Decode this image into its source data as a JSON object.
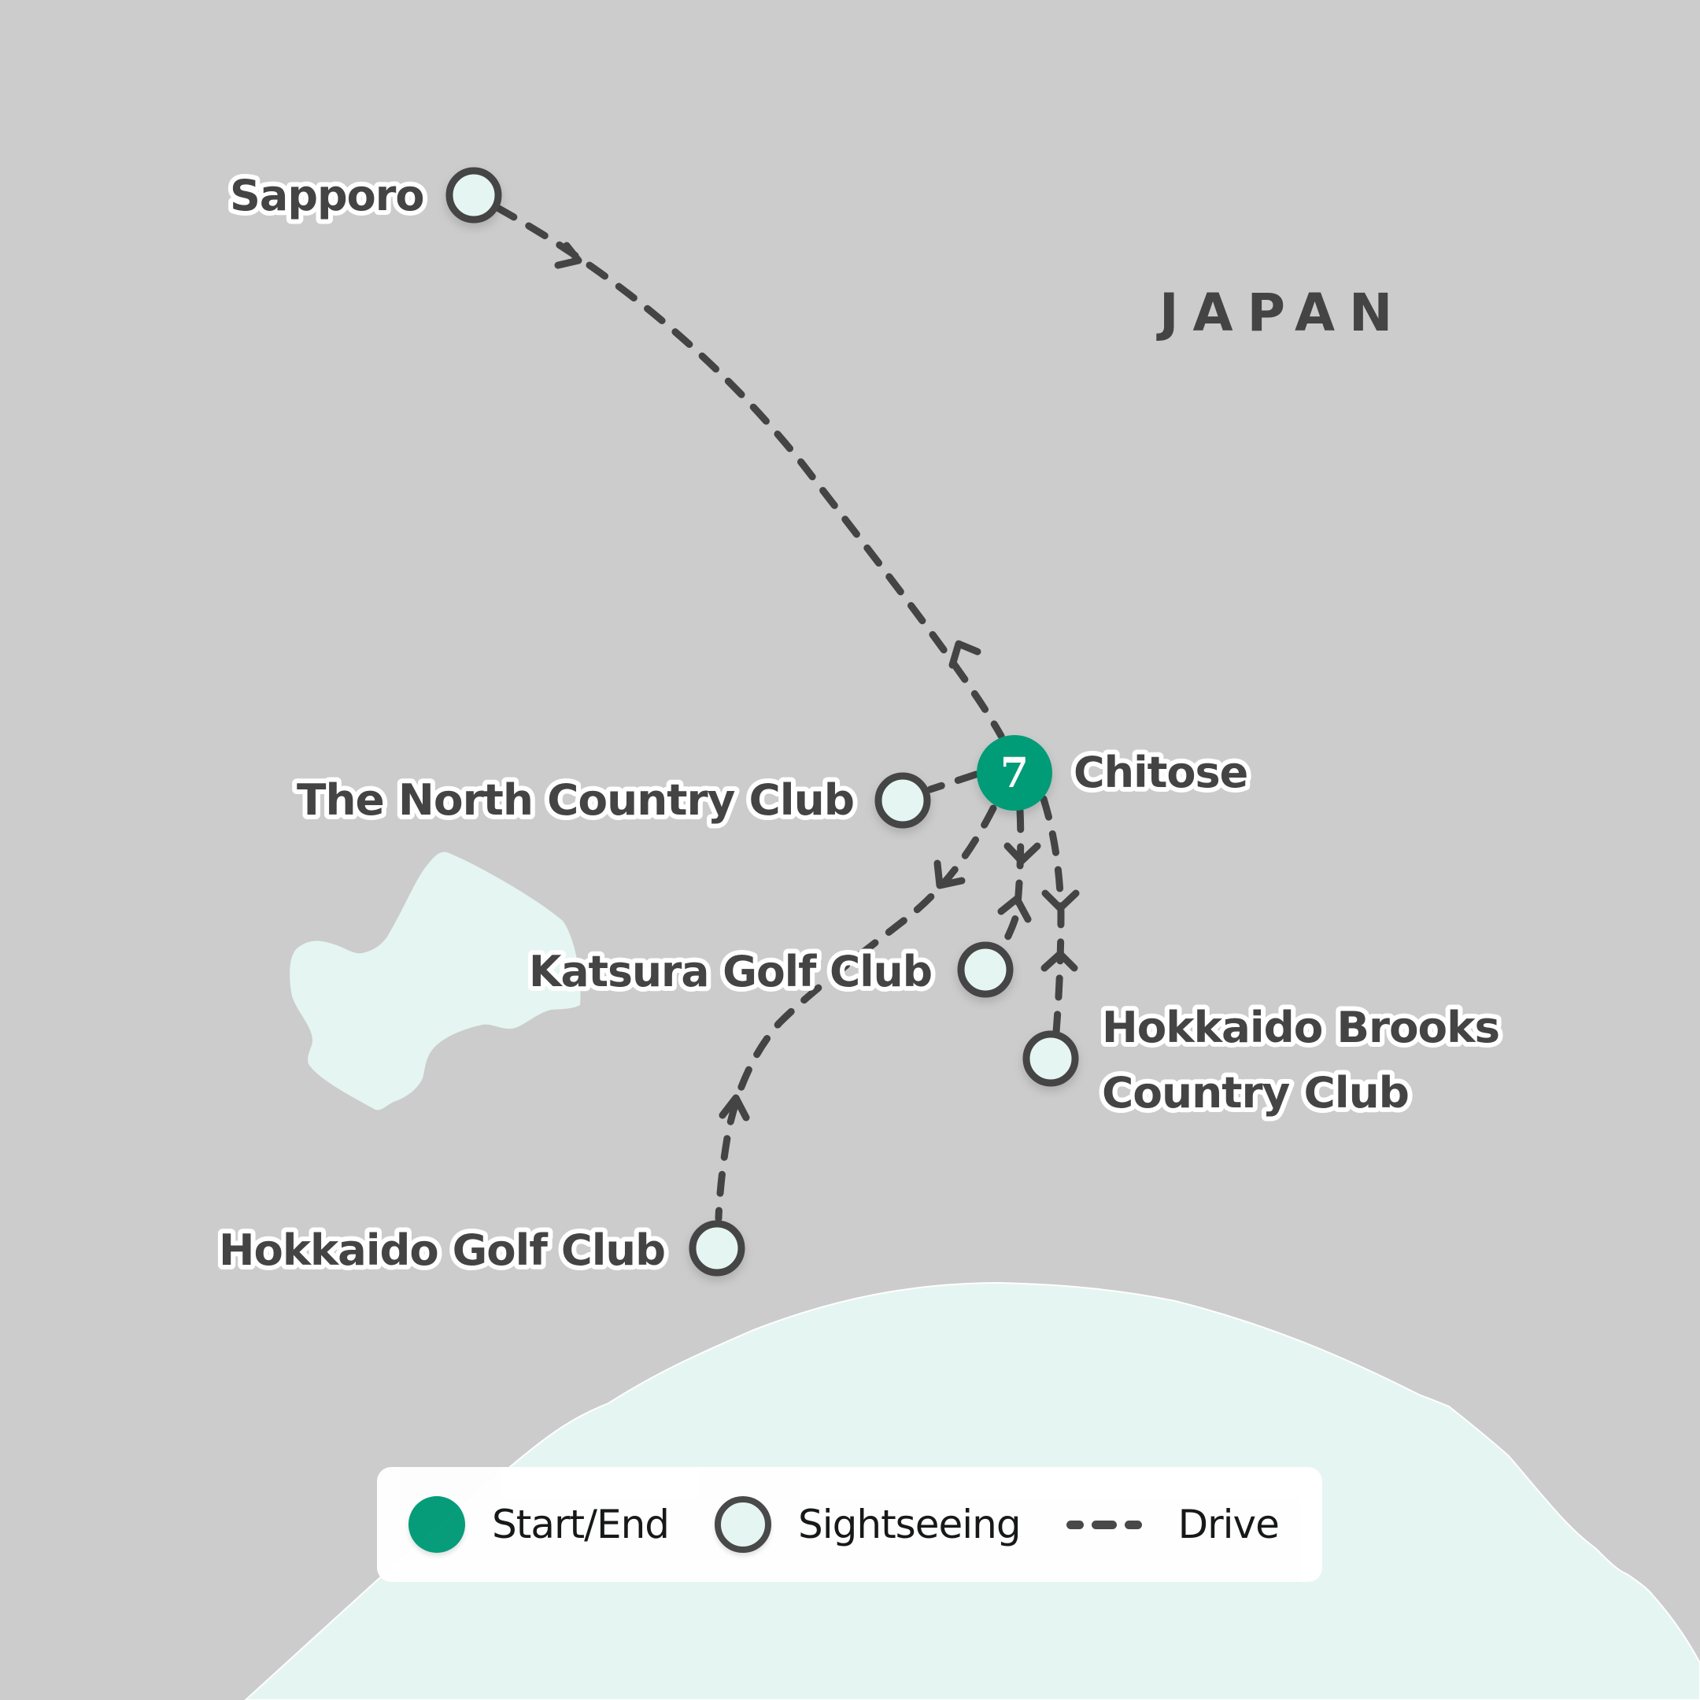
{
  "map": {
    "country_label": "JAPAN",
    "colors": {
      "sea": "#cccccc",
      "land": "#e5f5f2",
      "route": "#444444",
      "start_end": "#009b77",
      "sightseeing_fill": "#e5f5f2",
      "label_text": "#444444",
      "label_halo": "#ffffff"
    },
    "places": [
      {
        "id": "sapporo",
        "name": "Sapporo",
        "type": "sightseeing"
      },
      {
        "id": "chitose",
        "name": "Chitose",
        "type": "start_end",
        "number": "7"
      },
      {
        "id": "north-country-club",
        "name": "The North Country Club",
        "type": "sightseeing"
      },
      {
        "id": "katsura-golf-club",
        "name": "Katsura Golf Club",
        "type": "sightseeing"
      },
      {
        "id": "hokkaido-brooks-country-club",
        "name": "Hokkaido Brooks Country Club",
        "name_lines": [
          "Hokkaido Brooks",
          "Country Club"
        ],
        "type": "sightseeing"
      },
      {
        "id": "hokkaido-golf-club",
        "name": "Hokkaido Golf Club",
        "type": "sightseeing"
      }
    ],
    "routes": [
      {
        "from": "Sapporo",
        "to": "Chitose",
        "mode": "Drive"
      },
      {
        "from": "Chitose",
        "to": "The North Country Club",
        "mode": "Drive"
      },
      {
        "from": "Chitose",
        "to": "Hokkaido Golf Club",
        "mode": "Drive"
      },
      {
        "from": "Hokkaido Golf Club",
        "to": "Chitose",
        "mode": "Drive"
      },
      {
        "from": "Chitose",
        "to": "Katsura Golf Club",
        "mode": "Drive"
      },
      {
        "from": "Katsura Golf Club",
        "to": "Chitose",
        "mode": "Drive"
      },
      {
        "from": "Chitose",
        "to": "Hokkaido Brooks Country Club",
        "mode": "Drive"
      },
      {
        "from": "Hokkaido Brooks Country Club",
        "to": "Chitose",
        "mode": "Drive"
      }
    ]
  },
  "legend": {
    "items": [
      {
        "icon": "start-end-dot-icon",
        "label": "Start/End"
      },
      {
        "icon": "sightseeing-ring-icon",
        "label": "Sightseeing"
      },
      {
        "icon": "dashed-line-icon",
        "label": "Drive"
      }
    ]
  }
}
